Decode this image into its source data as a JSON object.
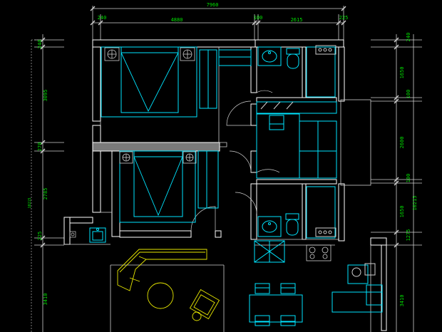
{
  "drawing": {
    "top_dims": {
      "overall": "7960",
      "segments": [
        "240",
        "4880",
        "100",
        "2615",
        "225"
      ]
    },
    "right_dims": {
      "segments": [
        "240",
        "1650",
        "100",
        "2600",
        "100",
        "1650",
        "1275",
        "3410"
      ],
      "overall": "10215"
    },
    "left_dims": {
      "segments": [
        "240",
        "3095",
        "270",
        "2785",
        "225",
        "3410"
      ],
      "overall": "10215"
    },
    "colors": {
      "background": "#000000",
      "wall": "#ffffff",
      "fixture": "#00e5ff",
      "dimension": "#00e000",
      "furniture": "#e8e800",
      "line_work": "#cfcfcf"
    },
    "icons": [
      "bed-icon",
      "toilet-icon",
      "sink-icon",
      "stove-icon",
      "sofa-icon",
      "table-icon",
      "chair-icon"
    ]
  }
}
